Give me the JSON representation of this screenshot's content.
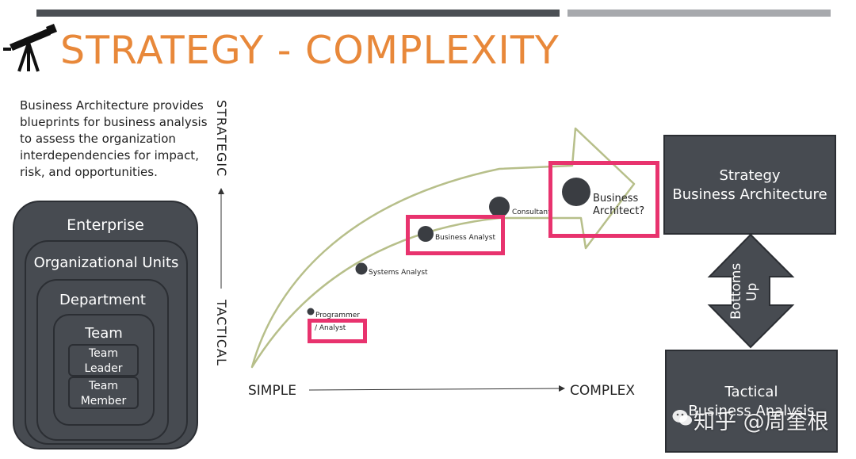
{
  "title": "STRATEGY - COMPLEXITY",
  "intro": "Business Architecture provides blueprints for business analysis to assess the organization interdependencies for impact, risk, and opportunities.",
  "nested_boxes": {
    "enterprise": "Enterprise",
    "units": "Organizational Units",
    "department": "Department",
    "team": "Team",
    "team_leader": "Team Leader",
    "team_member": "Team Member"
  },
  "axes": {
    "strategic": "STRATEGIC",
    "tactical": "TACTICAL",
    "simple": "SIMPLE",
    "complex": "COMPLEX"
  },
  "roles": {
    "programmer": "Programmer",
    "analyst": "/ Analyst",
    "systems_analyst": "Systems Analyst",
    "business_analyst": "Business Analyst",
    "consultant": "Consultant",
    "business_architect": "Business Architect?"
  },
  "right_boxes": {
    "strategy_line1": "Strategy",
    "strategy_line2": "Business Architecture",
    "tactical_line1": "Tactical",
    "tactical_line2": "Business Analysis"
  },
  "bottoms_up": "Bottoms Up",
  "watermark": "知乎 @周奎根",
  "colors": {
    "title": "#e8883a",
    "box_fill": "#474b51",
    "highlight": "#e8336e",
    "arrow_outline": "#b7bf8a"
  },
  "icons": [
    "telescope-icon",
    "wechat-icon"
  ]
}
